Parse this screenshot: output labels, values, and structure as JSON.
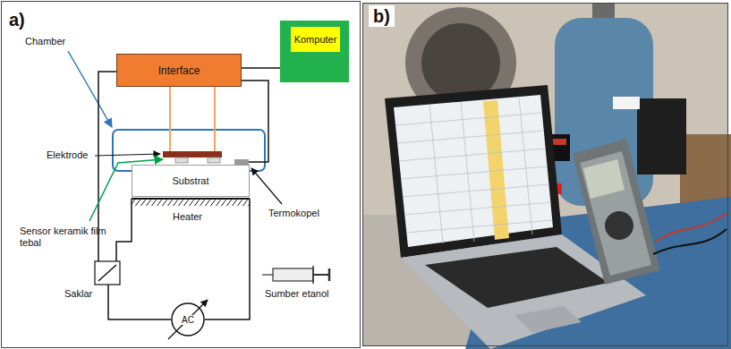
{
  "diagram": {
    "nodes": [
      {
        "text": [
          "Interface"
        ]
      },
      {
        "text": [
          "Komputer"
        ]
      },
      {
        "text": [
          "Substrat"
        ]
      },
      {
        "text": [
          "AC"
        ]
      }
    ],
    "edges": [
      {
        "from": 0,
        "to": 1,
        "arrow": "none"
      }
    ],
    "labels": [
      "a)",
      "b)",
      "Chamber",
      "Elektrode",
      "Sensor keramik film tebal",
      "Heater",
      "Termokopel",
      "Saklar",
      "Sumber etanol"
    ]
  }
}
